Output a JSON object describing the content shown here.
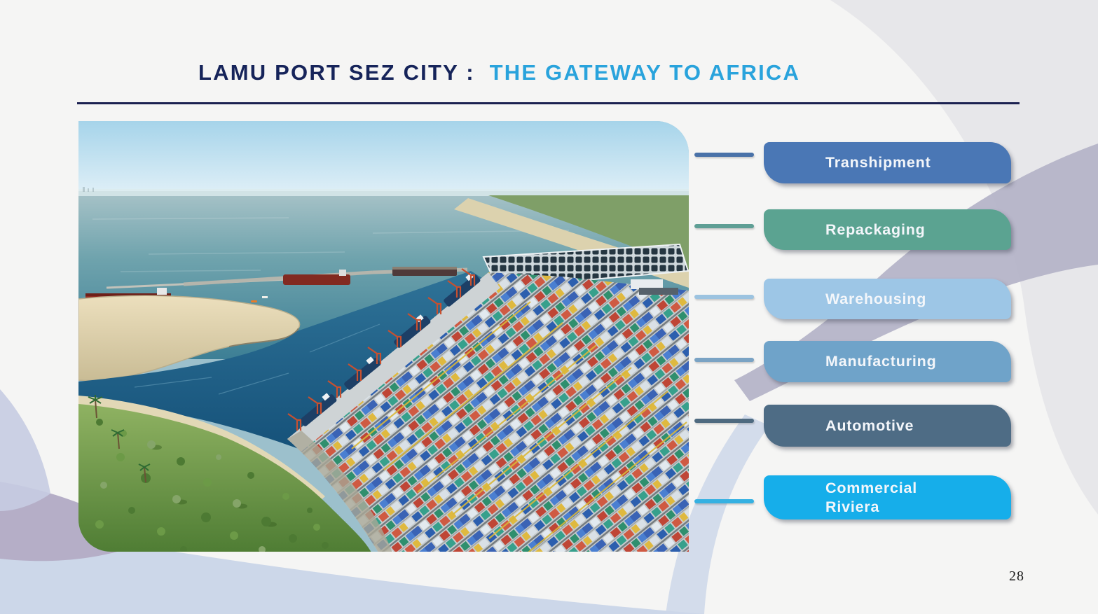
{
  "slide": {
    "title": {
      "prefix": "LAMU PORT SEZ CITY :",
      "highlight": "THE GATEWAY TO AFRICA",
      "prefix_color": "#16245a",
      "highlight_color": "#29a3dc"
    },
    "image": {
      "description": "Aerial rendering of Lamu Port: container terminal with colorful container rows, red ship-to-shore cranes along a diagonal quay, docked ships, breakwater piers, red tankers, a sandy spit, dark harbor basin, tank farm on the coast and green fields with scattered trees"
    },
    "labels": [
      {
        "text": "Transhipment",
        "color": "#4a77b5",
        "line_color": "#4a72a8"
      },
      {
        "text": "Repackaging",
        "color": "#5ba391",
        "line_color": "#5f9f95"
      },
      {
        "text": "Warehousing",
        "color": "#9dc6e6",
        "line_color": "#9cc3e0"
      },
      {
        "text": "Manufacturing",
        "color": "#6fa3c9",
        "line_color": "#7aa3c4"
      },
      {
        "text": "Automotive",
        "color": "#4e6c85",
        "line_color": "#4e6a80"
      },
      {
        "text": "Commercial Riviera",
        "color": "#16aeea",
        "line_color": "#35b1e2"
      }
    ],
    "page_number": "28"
  }
}
